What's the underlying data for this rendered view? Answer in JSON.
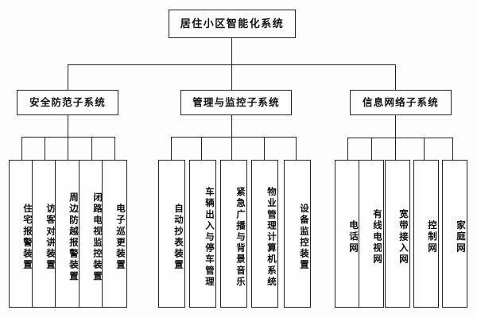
{
  "diagram": {
    "title": "居住小区智能化系统",
    "mark": "↵",
    "root": {
      "label": "居住小区智能化系统"
    },
    "branches": [
      {
        "id": "security",
        "label": "安全防范子系统",
        "leaves": [
          {
            "label": "住宅报警装置"
          },
          {
            "label": "访客对讲装置"
          },
          {
            "label": "周边防越报警装置"
          },
          {
            "label": "闭路电视监控装置"
          },
          {
            "label": "电子巡更装置"
          }
        ]
      },
      {
        "id": "management",
        "label": "管理与监控子系统",
        "leaves": [
          {
            "label": "自动抄表装置"
          },
          {
            "label": "车辆出入与停车管理"
          },
          {
            "label": "紧急广播与背景音乐"
          },
          {
            "label": "物业管理计算机系统"
          },
          {
            "label": "设备监控装置"
          }
        ]
      },
      {
        "id": "network",
        "label": "信息网络子系统",
        "leaves": [
          {
            "label": "电话网"
          },
          {
            "label": "有线电视网"
          },
          {
            "label": "宽带接入网"
          },
          {
            "label": "控制网"
          },
          {
            "label": "家庭网"
          }
        ]
      }
    ],
    "colors": {
      "background": "#fdfdfd",
      "border": "#232323",
      "text": "#0d0d0d",
      "box_fill": "#fefefe"
    }
  }
}
